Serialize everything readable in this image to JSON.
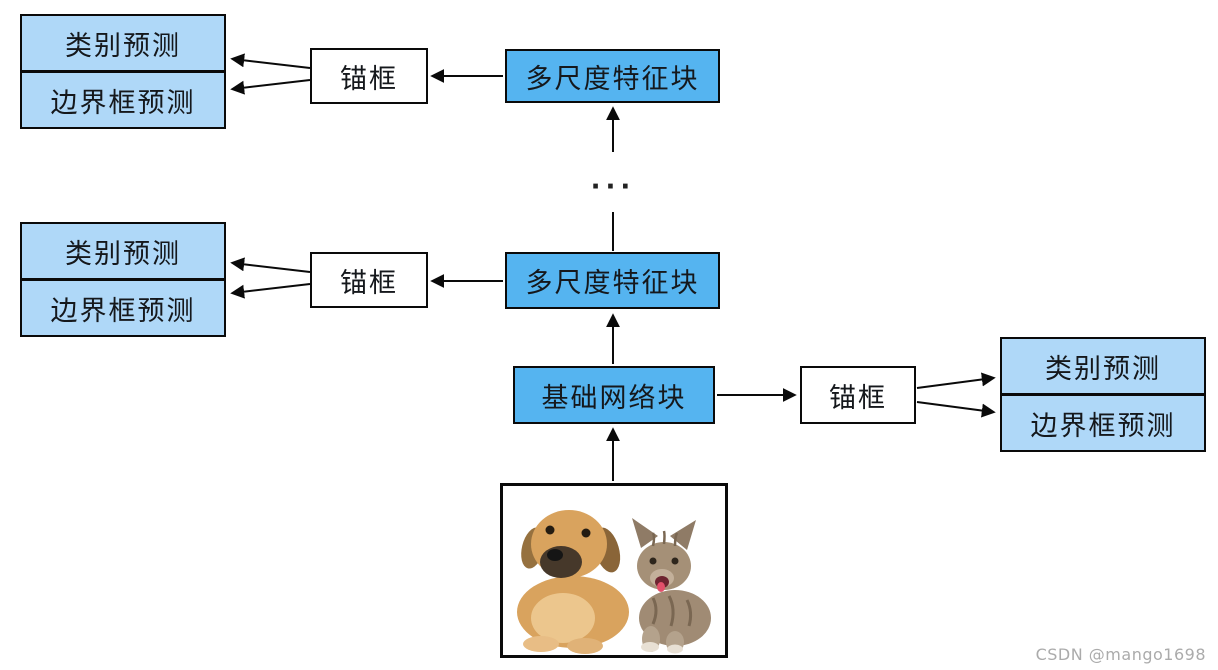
{
  "diagram": {
    "title_hint": "SSD multiscale object detection flow diagram",
    "prediction_groups": {
      "top_left": {
        "class_label": "类别预测",
        "bbox_label": "边界框预测"
      },
      "mid_left": {
        "class_label": "类别预测",
        "bbox_label": "边界框预测"
      },
      "right": {
        "class_label": "类别预测",
        "bbox_label": "边界框预测"
      }
    },
    "anchors": {
      "top": "锚框",
      "mid": "锚框",
      "right": "锚框"
    },
    "feature_blocks": {
      "top": "多尺度特征块",
      "mid": "多尺度特征块"
    },
    "base_network": "基础网络块",
    "ellipsis": "···",
    "input_image": "dog-and-kitten-photo"
  },
  "colors": {
    "light_blue": "#afd8f8",
    "bright_blue": "#55b4f0",
    "box_border": "#0a0a0a",
    "arrow": "#0a0a0a",
    "watermark_gray": "#ababab"
  },
  "watermark": "CSDN @mango1698"
}
